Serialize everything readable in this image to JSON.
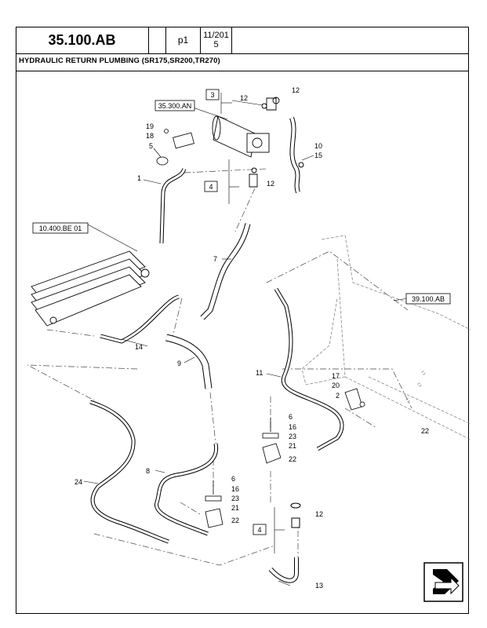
{
  "header": {
    "part_code": "35.100.AB",
    "page": "p1",
    "date_line1": "11/201",
    "date_line2": "5"
  },
  "title": "HYDRAULIC RETURN PLUMBING (SR175,SR200,TR270)",
  "refs": {
    "ref_35300": "35.300.AN",
    "ref_10400": "10.400.BE 01",
    "ref_39100": "39.100.AB"
  },
  "callouts": {
    "c1": "1",
    "c2": "2",
    "c3": "3",
    "c4a": "4",
    "c4b": "4",
    "c5": "5",
    "c6a": "6",
    "c6b": "6",
    "c7": "7",
    "c8": "8",
    "c9": "9",
    "c10": "10",
    "c11": "11",
    "c12a": "12",
    "c12b": "12",
    "c12c": "12",
    "c12d": "12",
    "c13": "13",
    "c14": "14",
    "c15": "15",
    "c16a": "16",
    "c16b": "16",
    "c17": "17",
    "c18": "18",
    "c19": "19",
    "c20": "20",
    "c21a": "21",
    "c21b": "21",
    "c22a": "22",
    "c22b": "22",
    "c22c": "22",
    "c23a": "23",
    "c23b": "23",
    "c24": "24"
  },
  "icons": {
    "nav": "next-arrow-icon"
  }
}
